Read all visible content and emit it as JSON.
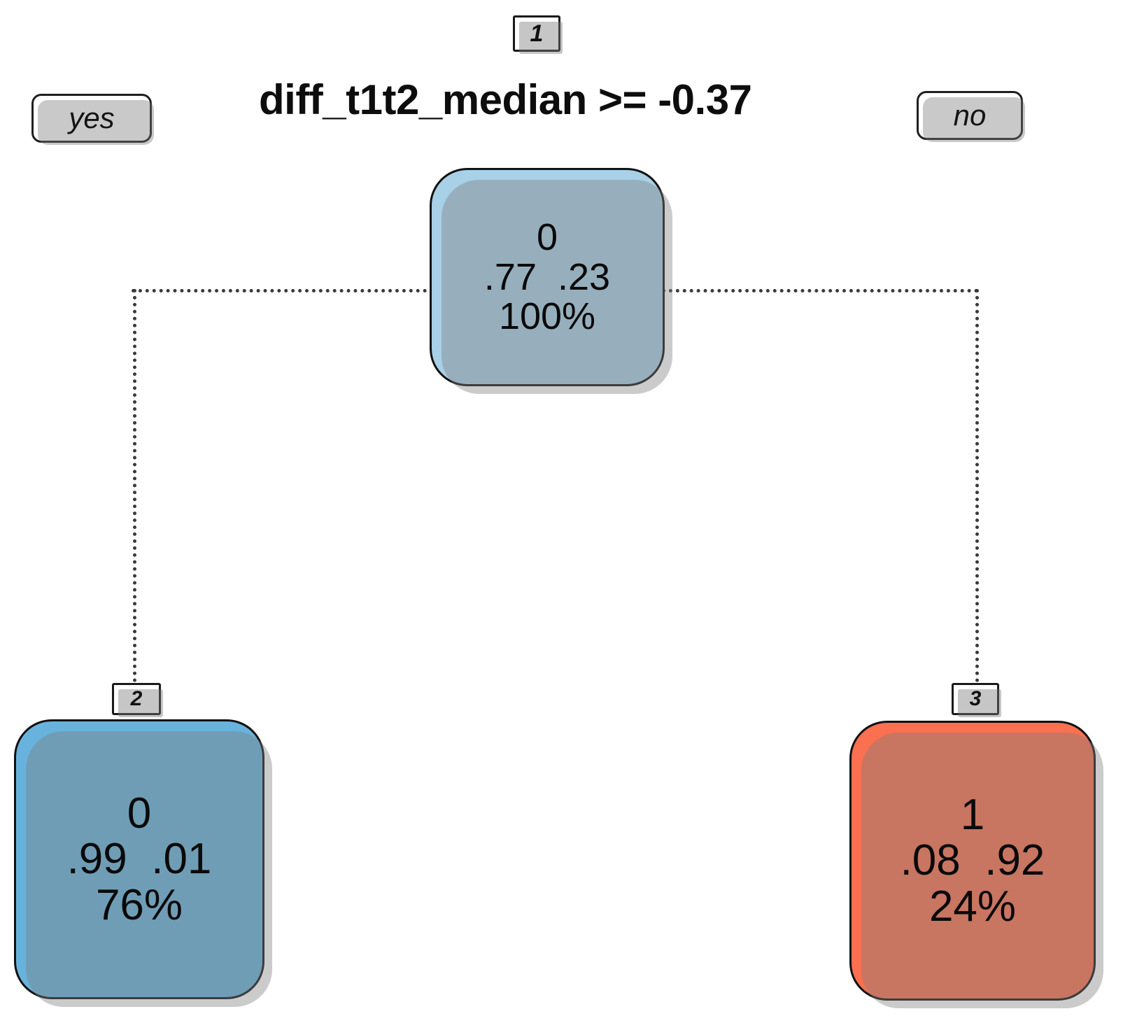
{
  "diagram": {
    "type": "decision-tree",
    "title_split": "diff_t1t2_median >= -0.37",
    "branch_labels": {
      "yes": "yes",
      "no": "no"
    },
    "colors": {
      "root_fill": "#a8d0e6",
      "left_leaf_fill": "#68b3dd",
      "right_leaf_fill": "#fa7050",
      "border": "#111111",
      "connector": "#3a3a3a",
      "shadow": "rgba(125,125,125,0.40)"
    },
    "nodes": [
      {
        "id": "1",
        "role": "root",
        "predicted_class": "0",
        "prob_class0": ".77",
        "prob_class1": ".23",
        "probs": ".77  .23",
        "percent": "100%"
      },
      {
        "id": "2",
        "role": "leaf-left",
        "predicted_class": "0",
        "prob_class0": ".99",
        "prob_class1": ".01",
        "probs": ".99  .01",
        "percent": "76%"
      },
      {
        "id": "3",
        "role": "leaf-right",
        "predicted_class": "1",
        "prob_class0": ".08",
        "prob_class1": ".92",
        "probs": ".08  .92",
        "percent": "24%"
      }
    ]
  },
  "chart_data": {
    "type": "tree",
    "title": "diff_t1t2_median >= -0.37",
    "split_variable": "diff_t1t2_median",
    "split_operator": ">=",
    "split_threshold": -0.37,
    "classes": [
      "0",
      "1"
    ],
    "nodes": [
      {
        "id": 1,
        "parent": null,
        "branch": null,
        "class": "0",
        "probabilities": [
          0.77,
          0.23
        ],
        "percent": 100
      },
      {
        "id": 2,
        "parent": 1,
        "branch": "yes",
        "class": "0",
        "probabilities": [
          0.99,
          0.01
        ],
        "percent": 76
      },
      {
        "id": 3,
        "parent": 1,
        "branch": "no",
        "class": "1",
        "probabilities": [
          0.08,
          0.92
        ],
        "percent": 24
      }
    ],
    "legend": [
      "yes",
      "no"
    ],
    "xlabel": "",
    "ylabel": ""
  }
}
